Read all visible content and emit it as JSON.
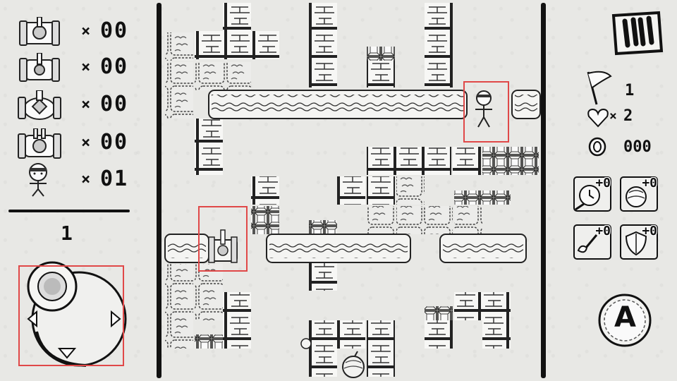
{
  "left_panel": {
    "enemy_counters": [
      {
        "icon": "basic-tank-icon",
        "times": "×",
        "count": "00"
      },
      {
        "icon": "fast-tank-icon",
        "times": "×",
        "count": "00"
      },
      {
        "icon": "power-tank-icon",
        "times": "×",
        "count": "00"
      },
      {
        "icon": "armor-tank-icon",
        "times": "×",
        "count": "00"
      },
      {
        "icon": "player-character-icon",
        "times": "×",
        "count": "01"
      }
    ],
    "stage_number": "1"
  },
  "right_panel": {
    "flag_count": "1",
    "lives_times": "×",
    "lives_count": "2",
    "coins": "000",
    "powerups": [
      {
        "icon": "clock-powerup-icon",
        "count": "+0"
      },
      {
        "icon": "bomb-powerup-icon",
        "count": "+0"
      },
      {
        "icon": "shovel-powerup-icon",
        "count": "+0"
      },
      {
        "icon": "shield-powerup-icon",
        "count": "+0"
      }
    ],
    "action_button": "A"
  },
  "colors": {
    "ink": "#111111",
    "paper": "#e8e8e5",
    "highlight": "#e04848"
  }
}
